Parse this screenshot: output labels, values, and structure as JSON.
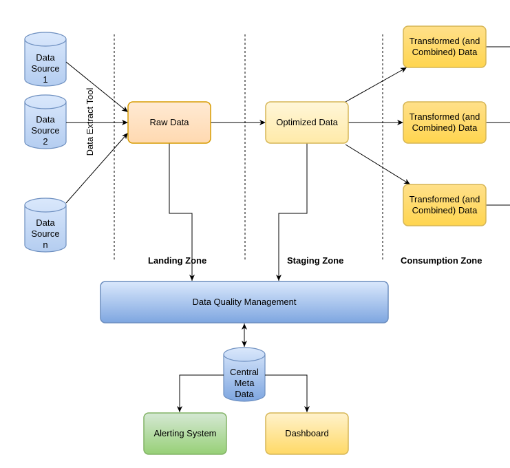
{
  "sources": [
    {
      "label": "Data Source 1",
      "lines": [
        "Data",
        "Source",
        "1"
      ]
    },
    {
      "label": "Data Source 2",
      "lines": [
        "Data",
        "Source",
        "2"
      ]
    },
    {
      "label": "Data Source n",
      "lines": [
        "Data",
        "Source",
        "n"
      ]
    }
  ],
  "extract_tool": "Data Extract Tool",
  "raw_data": "Raw Data",
  "optimized_data": "Optimized Data",
  "transformed": [
    {
      "lines": [
        "Transformed (and",
        "Combined) Data"
      ]
    },
    {
      "lines": [
        "Transformed (and",
        "Combined) Data"
      ]
    },
    {
      "lines": [
        "Transformed (and",
        "Combined) Data"
      ]
    }
  ],
  "zones": {
    "landing": "Landing Zone",
    "staging": "Staging Zone",
    "consumption": "Consumption Zone"
  },
  "dqm": "Data Quality Management",
  "central_meta": {
    "lines": [
      "Central",
      "Meta",
      "Data"
    ]
  },
  "alerting": "Alerting System",
  "dashboard": "Dashboard",
  "colors": {
    "cylinder_top": "#dae8fc",
    "cylinder_bottom": "#b4cdf0",
    "cylinder_stroke": "#6c8ebf",
    "raw_fill": "#ffe6cc",
    "raw_stroke": "#d79b00",
    "optimized_fill": "#fff2cc",
    "optimized_stroke": "#d6b656",
    "transformed_fill": "#ffd966",
    "transformed_stroke": "#d6b656",
    "dqm_top": "#dae8fc",
    "dqm_bottom": "#7ea6e0",
    "alert_top": "#d5e8d4",
    "alert_bottom": "#97d077",
    "alert_stroke": "#82b366",
    "dash_top": "#fff2cc",
    "dash_bottom": "#ffd966"
  }
}
